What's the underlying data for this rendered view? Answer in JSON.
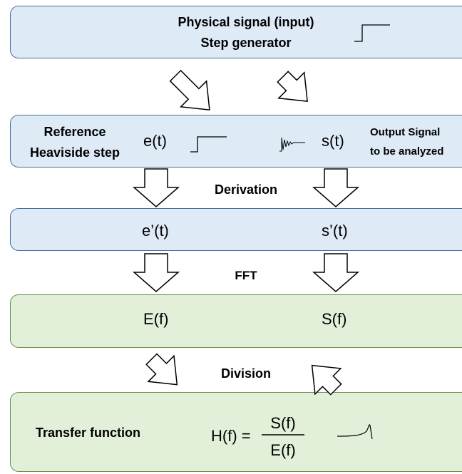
{
  "input_box": {
    "line1": "Physical signal (input)",
    "line2": "Step generator"
  },
  "signals_box": {
    "ref_line1": "Reference",
    "ref_line2": "Heaviside step",
    "e_t": "e(t)",
    "s_t": "s(t)",
    "out_line1": "Output Signal",
    "out_line2": "to be analyzed"
  },
  "step_derivation": "Derivation",
  "derivatives_box": {
    "e_prime": "e’(t)",
    "s_prime": "s’(t)"
  },
  "step_fft": "FFT",
  "spectra_box": {
    "E_f": "E(f)",
    "S_f": "S(f)"
  },
  "step_division": "Division",
  "transfer_box": {
    "label": "Transfer function",
    "lhs": "H(f) =",
    "numerator": "S(f)",
    "denominator": "E(f)"
  },
  "colors": {
    "blue_fill": "#deebf7",
    "blue_border": "#41719c",
    "green_fill": "#e2f0d9",
    "green_border": "#6d8f4f"
  },
  "icons": [
    "step-icon",
    "ringing-signal-icon",
    "resonance-curve-icon",
    "arrow-down-icon"
  ]
}
